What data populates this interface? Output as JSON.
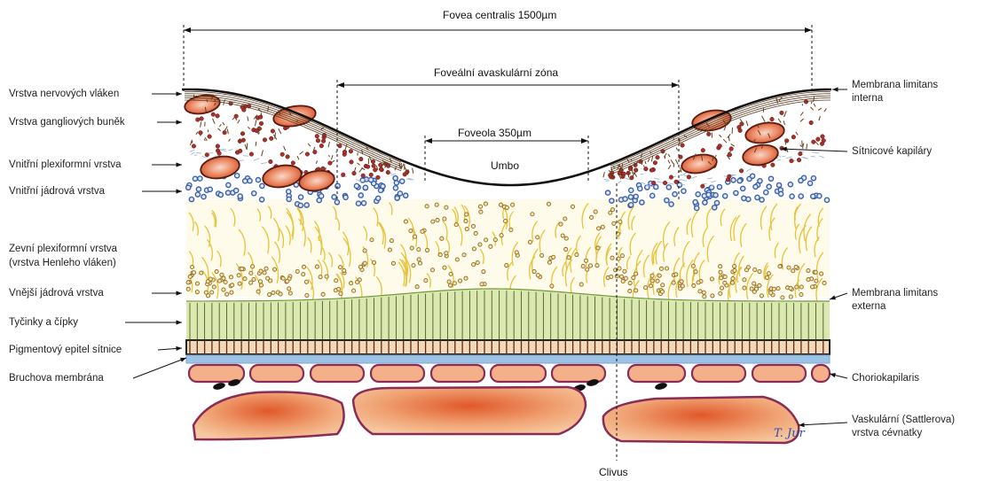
{
  "dimensions": {
    "fovea_centralis": "Fovea centralis   1500µm",
    "faz": "Foveální avaskulární zóna",
    "foveola": "Foveola   350µm"
  },
  "center": {
    "umbo": "Umbo",
    "clivus": "Clivus"
  },
  "left_labels": [
    "Vrstva nervových vláken",
    "Vrstva gangliových buněk",
    "Vnitřní plexiformní vrstva",
    "Vnitřní jádrová vrstva",
    "Zevní plexiformní vrstva",
    "(vrstva Henleho vláken)",
    "Vnější jádrová vrstva",
    "Tyčinky a čípky",
    "Pigmentový epitel sítnice",
    "Bruchova membrána"
  ],
  "right_labels": [
    "Membrana limitans",
    "interna",
    "Sítnicové kapiláry",
    "Membrana limitans",
    "externa",
    "Choriokapilaris",
    "Vaskulární (Sattlerova)",
    "vrstva cévnatky"
  ],
  "signature": "T. Jur",
  "colors": {
    "henle_fibers": "#e8c23a",
    "rods_cones_fill": "#dbe9b0",
    "inner_nuclear": "#3b5fa8",
    "ganglion": "#a8322b",
    "vessel_fill": "#ef9a6a",
    "vessel_outline": "#8a2c55",
    "bruch": "#9cc3e6"
  }
}
